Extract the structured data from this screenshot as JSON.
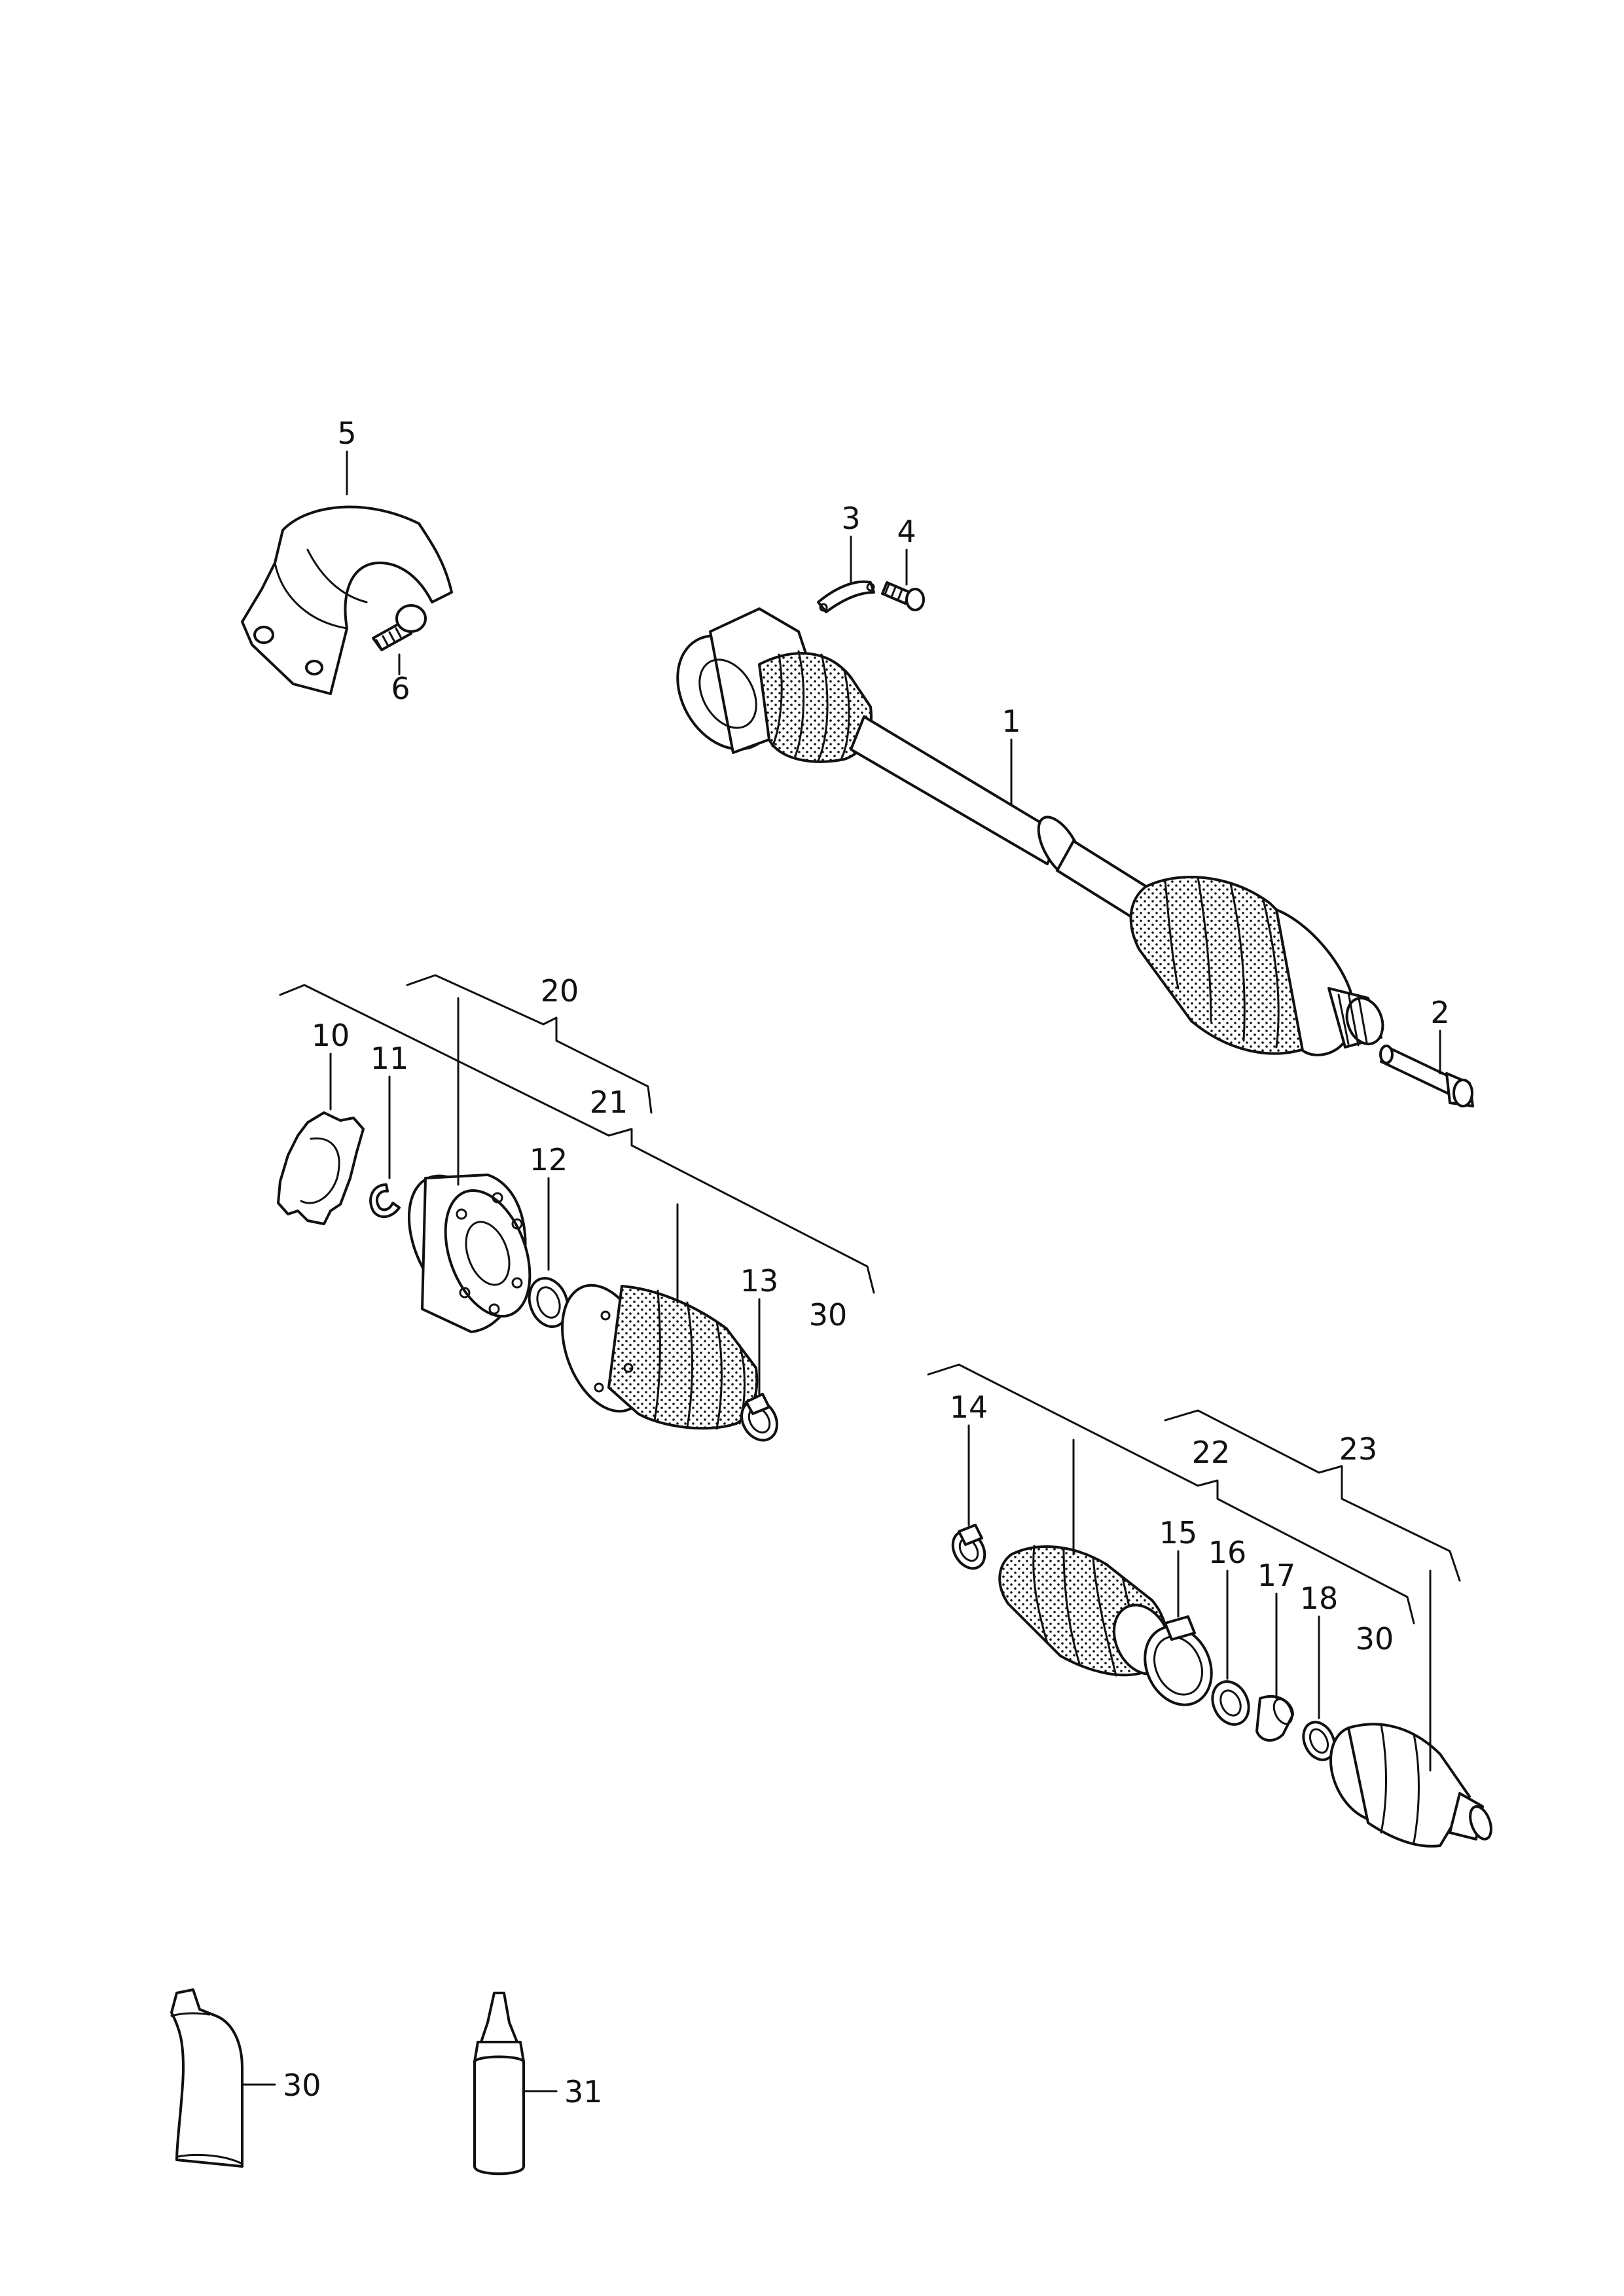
{
  "callouts": [
    {
      "id": "c1",
      "text": "1"
    },
    {
      "id": "c2",
      "text": "2"
    },
    {
      "id": "c3",
      "text": "3"
    },
    {
      "id": "c4",
      "text": "4"
    },
    {
      "id": "c5",
      "text": "5"
    },
    {
      "id": "c6",
      "text": "6"
    },
    {
      "id": "c10",
      "text": "10"
    },
    {
      "id": "c11",
      "text": "11"
    },
    {
      "id": "c12",
      "text": "12"
    },
    {
      "id": "c13",
      "text": "13"
    },
    {
      "id": "c14",
      "text": "14"
    },
    {
      "id": "c15",
      "text": "15"
    },
    {
      "id": "c16",
      "text": "16"
    },
    {
      "id": "c17",
      "text": "17"
    },
    {
      "id": "c18",
      "text": "18"
    },
    {
      "id": "c20",
      "text": "20"
    },
    {
      "id": "c21",
      "text": "21"
    },
    {
      "id": "c22",
      "text": "22"
    },
    {
      "id": "c23",
      "text": "23"
    },
    {
      "id": "c30a",
      "text": "30"
    },
    {
      "id": "c30b",
      "text": "30"
    },
    {
      "id": "c30c",
      "text": "30"
    },
    {
      "id": "c31",
      "text": "31"
    }
  ]
}
